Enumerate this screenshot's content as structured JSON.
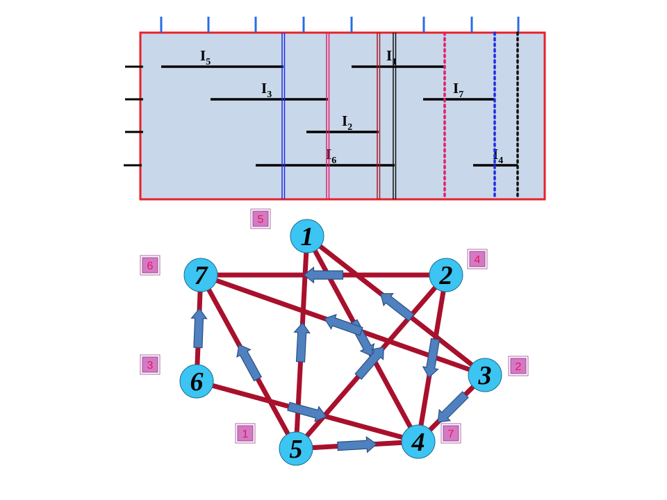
{
  "intervals": [
    {
      "id": "I5",
      "letter": "I",
      "sub": "5"
    },
    {
      "id": "I3",
      "letter": "I",
      "sub": "3"
    },
    {
      "id": "I2",
      "letter": "I",
      "sub": "2"
    },
    {
      "id": "I6",
      "letter": "I",
      "sub": "6"
    },
    {
      "id": "I1",
      "letter": "I",
      "sub": "1"
    },
    {
      "id": "I7",
      "letter": "I",
      "sub": "7"
    },
    {
      "id": "I4",
      "letter": "I",
      "sub": "4"
    }
  ],
  "graph": {
    "nodes": [
      {
        "id": "1",
        "label": "1",
        "badge": "5"
      },
      {
        "id": "2",
        "label": "2",
        "badge": "4"
      },
      {
        "id": "3",
        "label": "3",
        "badge": "2"
      },
      {
        "id": "4",
        "label": "4",
        "badge": "7"
      },
      {
        "id": "5",
        "label": "5",
        "badge": "1"
      },
      {
        "id": "6",
        "label": "6",
        "badge": "3"
      },
      {
        "id": "7",
        "label": "7",
        "badge": "6"
      }
    ],
    "edges": [
      {
        "from": "2",
        "to": "7"
      },
      {
        "from": "1",
        "to": "4"
      },
      {
        "from": "3",
        "to": "1"
      },
      {
        "from": "3",
        "to": "7"
      },
      {
        "from": "2",
        "to": "4"
      },
      {
        "from": "5",
        "to": "2"
      },
      {
        "from": "5",
        "to": "1"
      },
      {
        "from": "5",
        "to": "7"
      },
      {
        "from": "6",
        "to": "7"
      },
      {
        "from": "6",
        "to": "4"
      },
      {
        "from": "3",
        "to": "4"
      },
      {
        "from": "5",
        "to": "4"
      }
    ]
  },
  "colors": {
    "panel_fill": "#c9d7ea",
    "panel_border": "#e8202a",
    "node_fill": "#3cc4f2",
    "edge": "#a8102c",
    "arrow_fill": "#4f80bf",
    "arrow_stroke": "#2a4f80",
    "badge_fill": "#d479c4",
    "badge_text": "#e8155a",
    "tick_blue": "#2a6be0"
  }
}
